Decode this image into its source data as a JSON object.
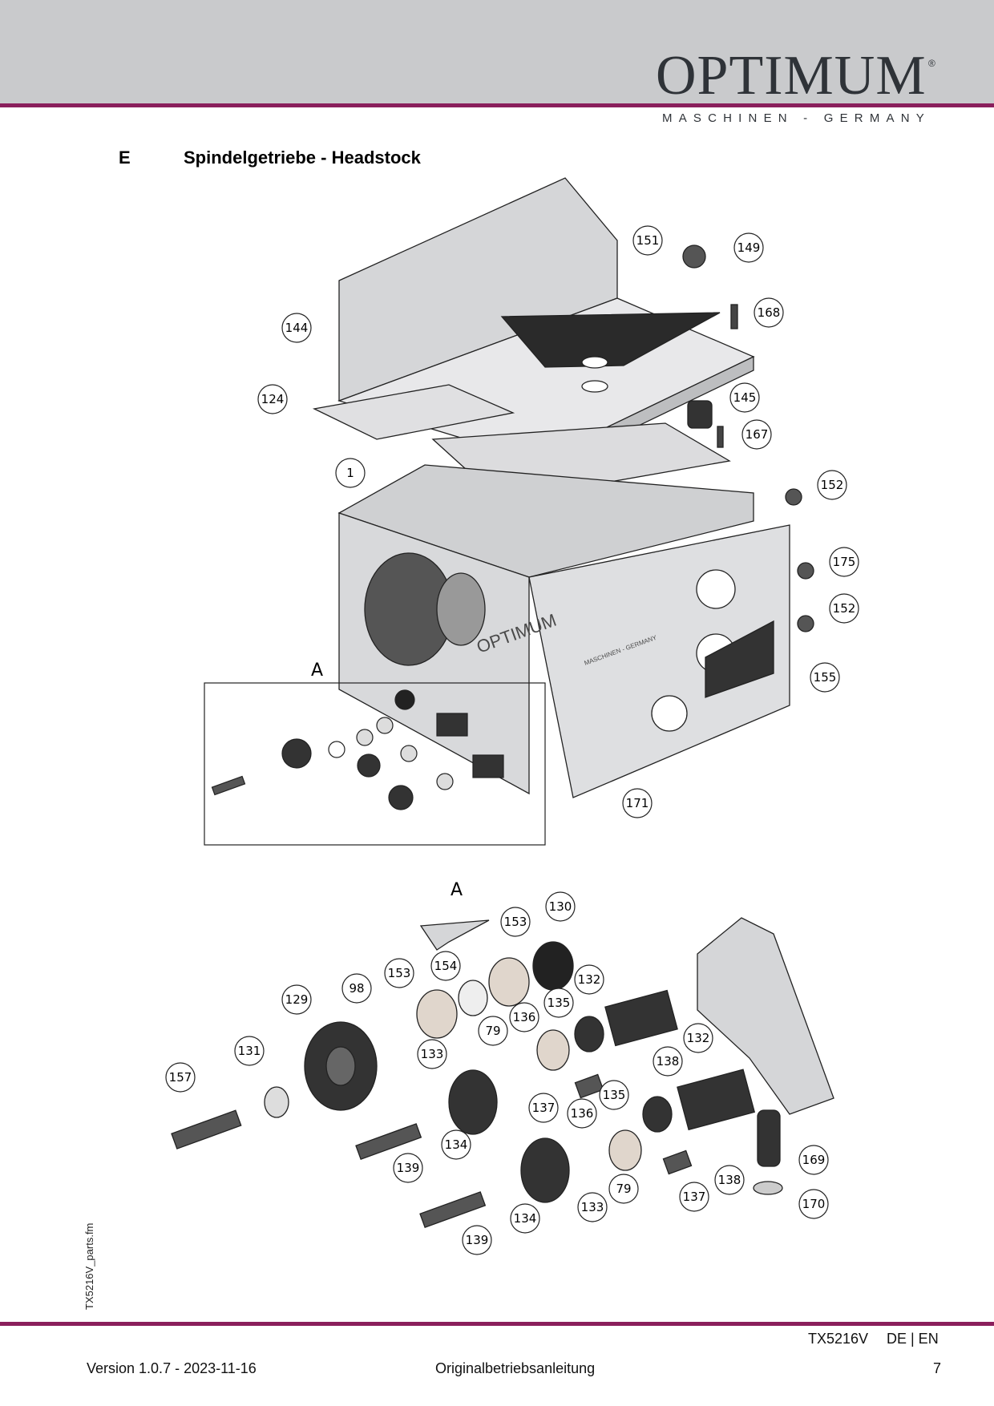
{
  "header": {
    "brand": "OPTIMUM",
    "registered": "®",
    "tagline": "MASCHINEN - GERMANY"
  },
  "section": {
    "letter": "E",
    "title": "Spindelgetriebe - Headstock"
  },
  "diagram": {
    "detail_label": "A",
    "detail_title": "A",
    "panel_logo": "OPTIMUM",
    "panel_tagline": "MASCHINEN - GERMANY",
    "callouts_main": [
      "151",
      "149",
      "168",
      "144",
      "124",
      "145",
      "167",
      "1",
      "152",
      "175",
      "152",
      "155",
      "171"
    ],
    "callouts_detail": [
      "130",
      "153",
      "154",
      "153",
      "98",
      "129",
      "132",
      "135",
      "136",
      "79",
      "133",
      "131",
      "157",
      "132",
      "138",
      "137",
      "135",
      "136",
      "134",
      "139",
      "169",
      "170",
      "138",
      "137",
      "79",
      "133",
      "134",
      "139"
    ]
  },
  "side_label": "TX5216V_parts.fm",
  "footer": {
    "model": "TX5216V",
    "languages": "DE | EN",
    "version": "Version 1.0.7 - 2023-11-16",
    "doc_type": "Originalbetriebsanleitung",
    "page": "7"
  },
  "colors": {
    "accent": "#8a1f5c",
    "header_bg": "#c9cacc",
    "logo": "#2f3338"
  }
}
